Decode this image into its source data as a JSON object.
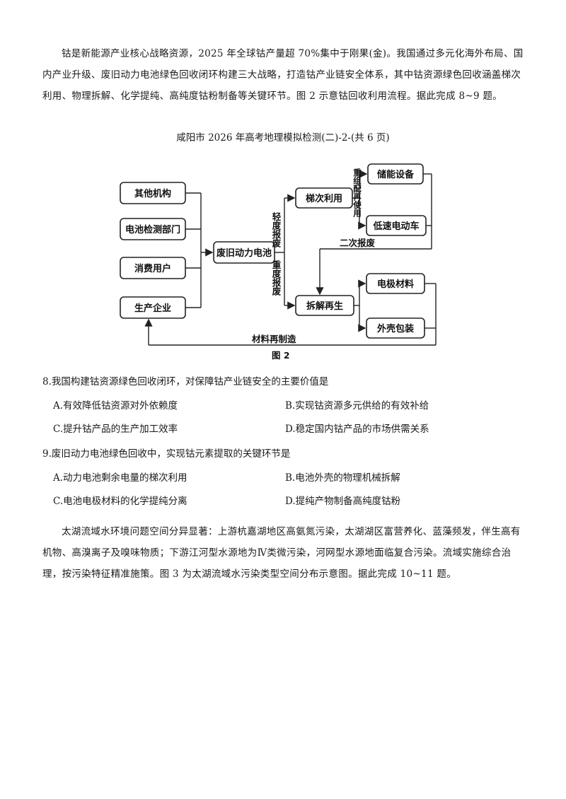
{
  "passage1": "钴是新能源产业核心战略资源，2025 年全球钴产量超 70%集中于刚果(金)。我国通过多元化海外布局、国内产业升级、废旧动力电池绿色回收闭环构建三大战略，打造钴产业链安全体系，其中钴资源绿色回收涵盖梯次利用、物理拆解、化学提纯、高纯度钴粉制备等关键环节。图 2 示意钴回收利用流程。据此完成 8~9 题。",
  "footer": "咸阳市 2026 年高考地理模拟检测(二)-2-(共 6 页)",
  "diagram": {
    "sources": [
      "其他机构",
      "电池检测部门",
      "消费用户",
      "生产企业"
    ],
    "center": "废旧动力电池",
    "light": "轻度报废",
    "heavy": "重度报废",
    "cascade": "梯次利用",
    "reconfig": "重组配再使用",
    "storage": "储能设备",
    "ev": "低速电动车",
    "secondary": "二次报废",
    "dismantle": "拆解再生",
    "electrode": "电极材料",
    "shell": "外壳包装",
    "remanufacture": "材料再制造",
    "caption": "图 2"
  },
  "q8": {
    "stem": "8.我国构建钴资源绿色回收闭环，对保障钴产业链安全的主要价值是",
    "A": "A.有效降低钴资源对外依赖度",
    "B": "B.实现钴资源多元供给的有效补给",
    "C": "C.提升钴产品的生产加工效率",
    "D": "D.稳定国内钴产品的市场供需关系"
  },
  "q9": {
    "stem": "9.废旧动力电池绿色回收中，实现钴元素提取的关键环节是",
    "A": "A.动力电池剩余电量的梯次利用",
    "B": "B.电池外壳的物理机械拆解",
    "C": "C.电池电极材料的化学提纯分离",
    "D": "D.提纯产物制备高纯度钴粉"
  },
  "passage2": "太湖流域水环境问题空间分异显著：上游杭嘉湖地区高氨氮污染，太湖湖区富营养化、蓝藻频发，伴生高有机物、高溴离子及嗅味物质；下游江河型水源地为Ⅳ类微污染，河网型水源地面临复合污染。流域实施综合治理，按污染特征精准施策。图 3 为太湖流域水污染类型空间分布示意图。据此完成 10~11 题。"
}
